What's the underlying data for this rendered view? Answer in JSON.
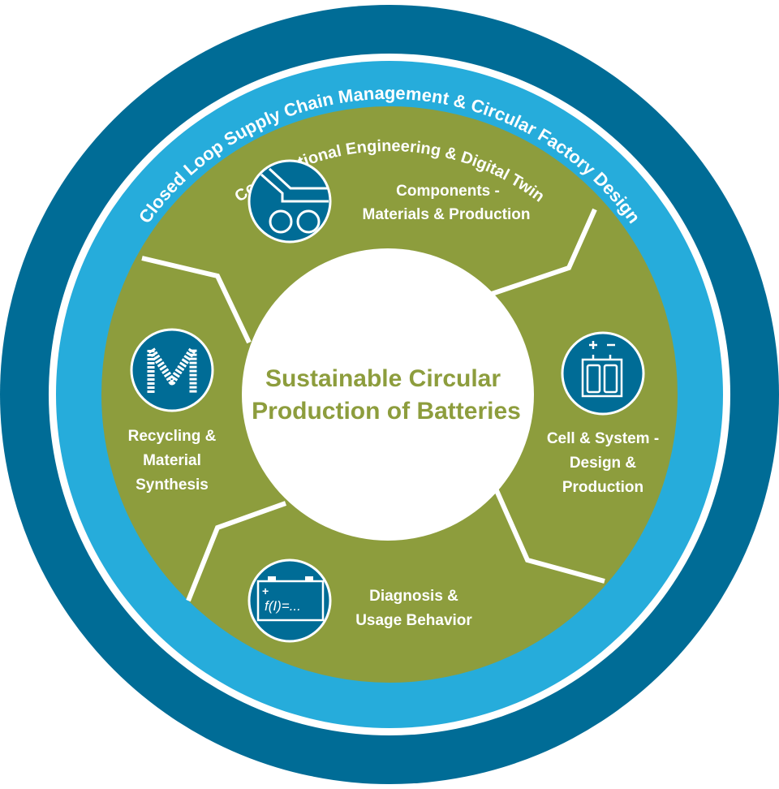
{
  "outer_ring": {
    "label": "Closed Loop Supply Chain Management & Circular Factory Design"
  },
  "inner_ring": {
    "label": "Computational Engineering & Digital Twin"
  },
  "center": {
    "line1": "Sustainable Circular",
    "line2": "Production of Batteries"
  },
  "segments": {
    "components": {
      "line1": "Components -",
      "line2": "Materials & Production",
      "icon": "rollers-icon"
    },
    "cell": {
      "line1": "Cell & System -",
      "line2": "Design &",
      "line3": "Production",
      "icon": "battery-cells-icon"
    },
    "diagnosis": {
      "line1": "Diagnosis &",
      "line2": "Usage Behavior",
      "icon": "battery-formula-icon",
      "icon_text": "f(I)=..."
    },
    "recycling": {
      "line1": "Recycling &",
      "line2": "Material",
      "line3": "Synthesis",
      "icon": "material-m-icon"
    }
  },
  "colors": {
    "outer_ring": "#006c96",
    "inner_ring": "#26acdb",
    "segments": "#8d9d3d",
    "center_text": "#8d9d3d",
    "icon_bg": "#006c96",
    "separator": "#ffffff"
  }
}
